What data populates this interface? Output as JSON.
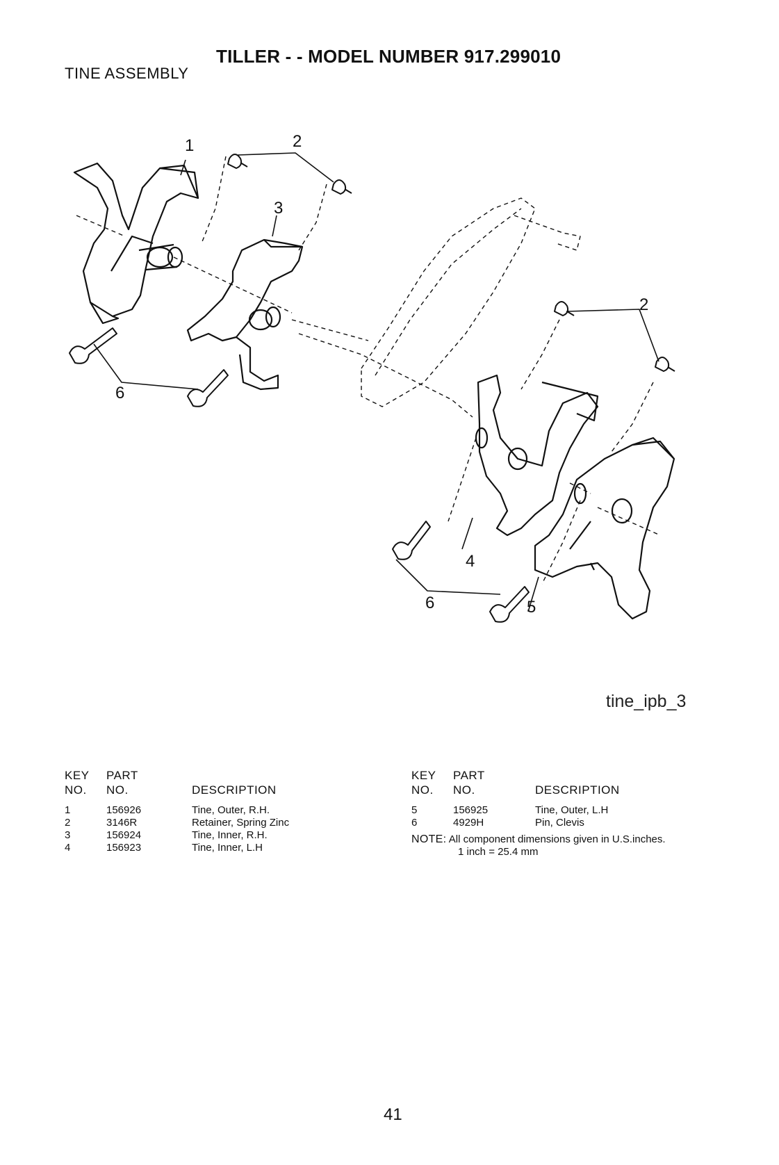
{
  "header": {
    "title": "TILLER - - MODEL NUMBER 917.299010",
    "section": "TINE ASSEMBLY"
  },
  "diagram": {
    "callouts": [
      "1",
      "2",
      "3",
      "2",
      "6",
      "4",
      "6",
      "5"
    ],
    "figure_id": "tine_ipb_3"
  },
  "parts_table": {
    "headers": {
      "key_line1": "KEY",
      "key_line2": "NO.",
      "part_line1": "PART",
      "part_line2": "NO.",
      "description": "DESCRIPTION"
    },
    "left_rows": [
      {
        "key": "1",
        "part": "156926",
        "description": "Tine, Outer, R.H."
      },
      {
        "key": "2",
        "part": "3146R",
        "description": "Retainer, Spring Zinc"
      },
      {
        "key": "3",
        "part": "156924",
        "description": "Tine, Inner, R.H."
      },
      {
        "key": "4",
        "part": "156923",
        "description": "Tine, Inner, L.H"
      }
    ],
    "right_rows": [
      {
        "key": "5",
        "part": "156925",
        "description": "Tine, Outer, L.H"
      },
      {
        "key": "6",
        "part": "4929H",
        "description": "Pin, Clevis"
      }
    ],
    "note_label": "NOTE:",
    "note_line1": "All component dimensions given in U.S.inches.",
    "note_line2": "1 inch = 25.4 mm"
  },
  "page_number": "41"
}
